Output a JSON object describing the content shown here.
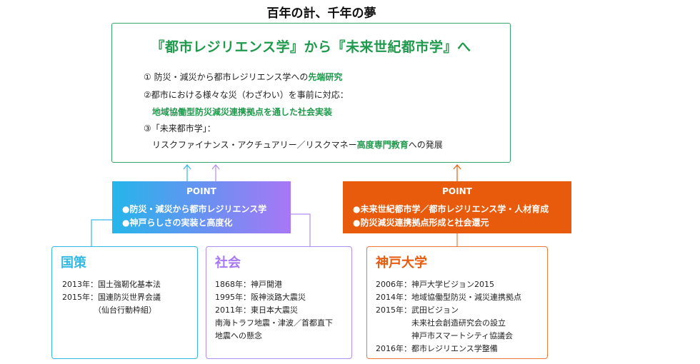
{
  "title": "百年の計、千年の夢",
  "main": {
    "headline": "『都市レジリエンス学』から『未来世紀都市学』へ",
    "line1_pre": "① 防災・減災から都市レジリエンス学への",
    "line1_em": "先端研究",
    "line2": "②都市における様々な災（わざわい）を事前に対応：",
    "line3_em": "地域協働型防災減災連携拠点を通した社会実装",
    "line4": "③「未来都市学」：",
    "line5_pre": "リスクファイナンス・アクチュアリー／リスクマネー",
    "line5_em": "高度専門教育",
    "line5_post": "への発展"
  },
  "point_left": {
    "title": "POINT",
    "items": [
      "●防災・減災から都市レジリエンス学",
      "●神戸らしさの実装と高度化"
    ]
  },
  "point_right": {
    "title": "POINT",
    "items": [
      "●未来世紀都市学／都市レジリエンス学・人材育成",
      "●防災減災連携拠点形成と社会還元"
    ]
  },
  "cards": {
    "kokusaku": {
      "title": "国策",
      "lines": [
        "2013年：国土強靭化基本法",
        "2015年：国連防災世界会議",
        "（仙台行動枠組）"
      ]
    },
    "shakai": {
      "title": "社会",
      "lines": [
        "1868年：神戸開港",
        "1995年：阪神淡路大震災",
        "2011年：東日本大震災",
        "南海トラフ地震・津波／首都直下",
        "地震への懸念"
      ]
    },
    "kobe": {
      "title": "神戸大学",
      "lines": [
        "2006年：神戸大学ビジョン2015",
        "2014年：地域協働型防災・減災連携拠点",
        "2015年：武田ビジョン",
        "未来社会創造研究会の設立",
        "神戸市スマートシティ協議会",
        "2016年：都市レジリエンス学整備"
      ]
    }
  },
  "colors": {
    "green": "#1f9a4c",
    "cyan": "#34b9e5",
    "purple": "#b38ef0",
    "orange": "#e95b0c"
  }
}
